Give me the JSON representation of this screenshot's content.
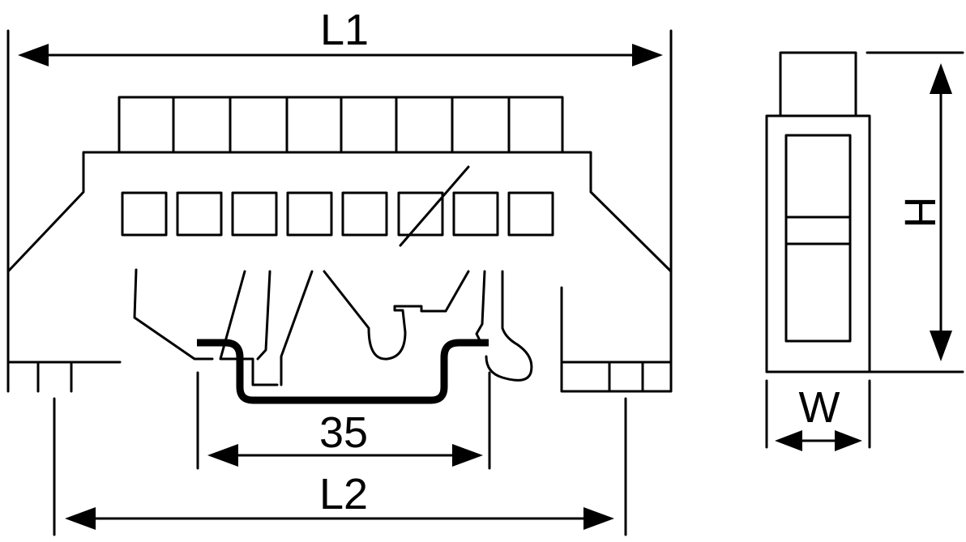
{
  "front_view": {
    "dimension_overall_length": "L1",
    "dimension_rail_width": "35",
    "dimension_mounting_length": "L2"
  },
  "side_view": {
    "dimension_height": "H",
    "dimension_width": "W"
  },
  "colors": {
    "line": "#000000",
    "background": "#ffffff"
  }
}
